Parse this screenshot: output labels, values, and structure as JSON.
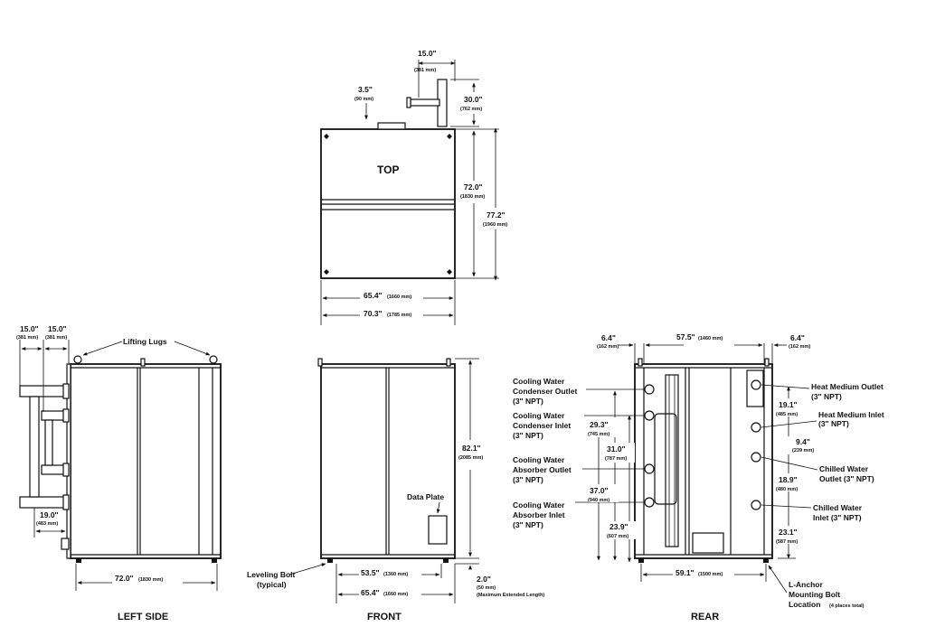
{
  "views": {
    "top": {
      "title": "TOP",
      "dim_15_0": "15.0\"",
      "dim_15_0_mm": "(381 mm)",
      "dim_3_5": "3.5\"",
      "dim_3_5_mm": "(90 mm)",
      "dim_30_0": "30.0\"",
      "dim_30_0_mm": "(762 mm)",
      "dim_72_0": "72.0\"",
      "dim_72_0_mm": "(1830 mm)",
      "dim_77_2": "77.2\"",
      "dim_77_2_mm": "(1960 mm)",
      "dim_65_4": "65.4\"",
      "dim_65_4_mm": "(1660 mm)",
      "dim_70_3": "70.3\"",
      "dim_70_3_mm": "(1785 mm)"
    },
    "left_side": {
      "title": "LEFT SIDE",
      "lifting_lugs": "Lifting Lugs",
      "dim_a": "15.0\"",
      "dim_a_mm": "(381 mm)",
      "dim_b": "15.0\"",
      "dim_b_mm": "(381 mm)",
      "dim_19_0": "19.0\"",
      "dim_19_0_mm": "(483 mm)",
      "dim_72_0": "72.0\"",
      "dim_72_0_mm": "(1830 mm)"
    },
    "front": {
      "title": "FRONT",
      "data_plate": "Data Plate",
      "leveling_bolt": "Leveling Bolt",
      "leveling_bolt_sub": "(typical)",
      "dim_82_1": "82.1\"",
      "dim_82_1_mm": "(2085 mm)",
      "dim_53_5": "53.5\"",
      "dim_53_5_mm": "(1360 mm)",
      "dim_65_4": "65.4\"",
      "dim_65_4_mm": "(1660 mm)",
      "dim_2_0": "2.0\"",
      "dim_2_0_mm": "(50 mm)",
      "dim_2_0_note": "(Maximum Extended Length)"
    },
    "rear": {
      "title": "REAR",
      "dim_6_4_left": "6.4\"",
      "dim_6_4_left_mm": "(162 mm)",
      "dim_57_5": "57.5\"",
      "dim_57_5_mm": "(1460 mm)",
      "dim_6_4_right": "6.4\"",
      "dim_6_4_right_mm": "(162 mm)",
      "cw_condenser_outlet": [
        "Cooling Water",
        "Condenser Outlet",
        "(3\" NPT)"
      ],
      "cw_condenser_inlet": [
        "Cooling Water",
        "Condenser Inlet",
        "(3\" NPT)"
      ],
      "cw_absorber_outlet": [
        "Cooling Water",
        "Absorber Outlet",
        "(3\" NPT)"
      ],
      "cw_absorber_inlet": [
        "Cooling Water",
        "Absorber Inlet",
        "(3\" NPT)"
      ],
      "dim_29_3": "29.3\"",
      "dim_29_3_mm": "(745 mm)",
      "dim_31_0": "31.0\"",
      "dim_31_0_mm": "(787 mm)",
      "dim_37_0": "37.0\"",
      "dim_37_0_mm": "(940 mm)",
      "dim_23_9": "23.9\"",
      "dim_23_9_mm": "(607 mm)",
      "heat_medium_outlet": [
        "Heat Medium Outlet",
        "(3\" NPT)"
      ],
      "heat_medium_inlet": [
        "Heat Medium Inlet",
        "(3\" NPT)"
      ],
      "chilled_water_outlet": [
        "Chilled  Water",
        "Outlet  (3\" NPT)"
      ],
      "chilled_water_inlet": [
        "Chilled  Water",
        "Inlet (3\" NPT)"
      ],
      "dim_19_1": "19.1\"",
      "dim_19_1_mm": "(485 mm)",
      "dim_9_4": "9.4\"",
      "dim_9_4_mm": "(239 mm)",
      "dim_18_9": "18.9\"",
      "dim_18_9_mm": "(480 mm)",
      "dim_23_1": "23.1\"",
      "dim_23_1_mm": "(587 mm)",
      "dim_59_1": "59.1\"",
      "dim_59_1_mm": "(1500 mm)",
      "l_anchor": [
        "L-Anchor",
        "Mounting Bolt",
        "Location"
      ],
      "l_anchor_note": "(4 places total)"
    }
  }
}
